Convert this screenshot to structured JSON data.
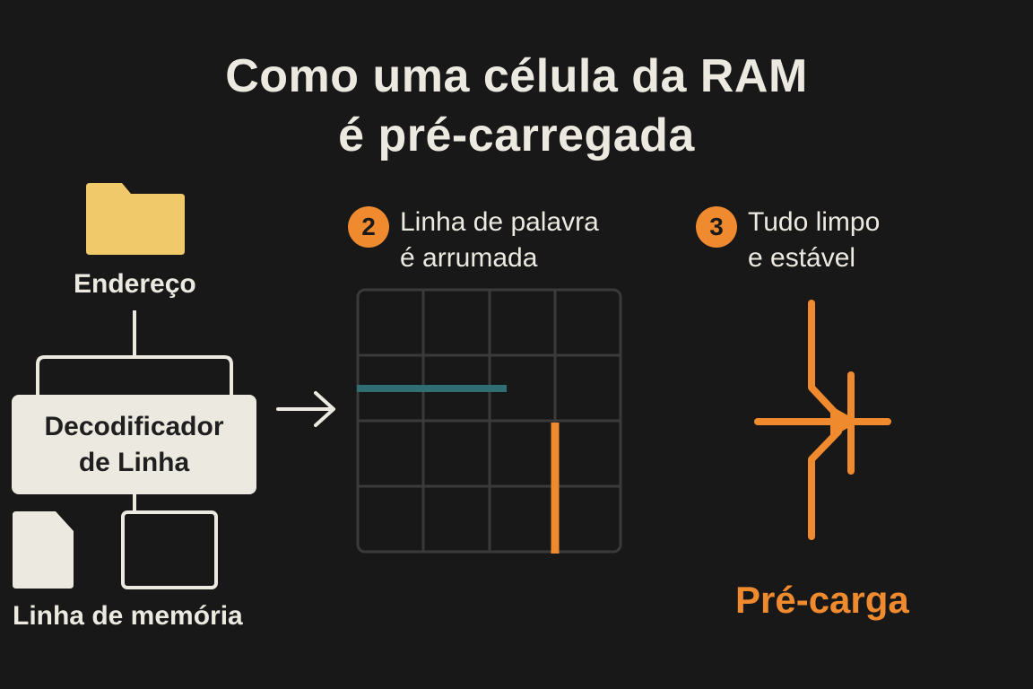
{
  "title": {
    "line1": "Como uma célula da RAM",
    "line2": "é pré-carregada"
  },
  "left": {
    "address_label": "Endereço",
    "decoder_line1": "Decodificador",
    "decoder_line2": "de Linha",
    "memory_line_label": "Linha de memória"
  },
  "steps": [
    {
      "number": "2",
      "line1": "Linha de palavra",
      "line2": "é arrumada"
    },
    {
      "number": "3",
      "line1": "Tudo limpo",
      "line2": "e estável"
    }
  ],
  "precharge_label": "Pré-carga",
  "colors": {
    "background": "#181818",
    "text": "#ece9e1",
    "accent_orange": "#f08a2e",
    "word_line_teal": "#2f6f73",
    "folder_yellow": "#f0c96a",
    "grid_line": "#3a3a3a"
  },
  "icons": [
    "folder-icon",
    "document-icon",
    "arrow-right-icon",
    "transistor-icon"
  ]
}
